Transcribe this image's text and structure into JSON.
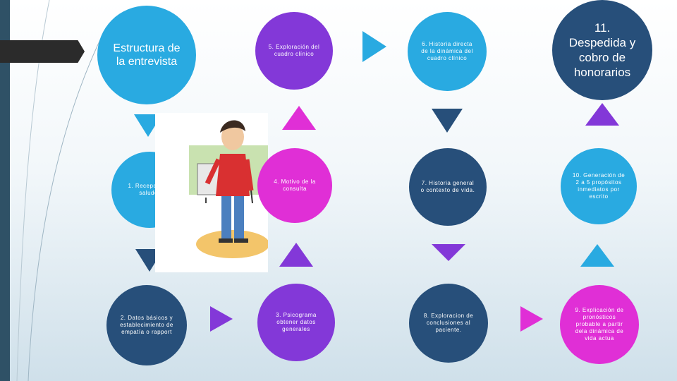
{
  "title": "Estructura de la entrevista",
  "steps": {
    "s1": "1. Recepción Y saludo.",
    "s2": "2. Datos básicos y establecimiento de empatía o rapport",
    "s3": "3. Psicograma obtener datos generales",
    "s4": "4. Motivo de la consulta",
    "s5": "5. Exploración del cuadro clínico",
    "s6": "6. Historia directa de la dinámica del cuadro clínico",
    "s7": "7. Historia general o contexto de vida.",
    "s8": "8. Exploracion de conclusiones al paciente.",
    "s9": "9. Explicación de pronósticos probable a partir dela dinámica de vida actua",
    "s10": "10. Generación de 2 a 5 propósitos inmediatos por escrito",
    "s11": "11. Despedida y cobro de honorarios"
  },
  "colors": {
    "sky": "#29aae1",
    "navy": "#274f7a",
    "purple": "#8338d8",
    "magenta": "#e02fd6",
    "dark": "#2b2b2b"
  },
  "icons": [
    "person-holding-paper-illustration"
  ]
}
